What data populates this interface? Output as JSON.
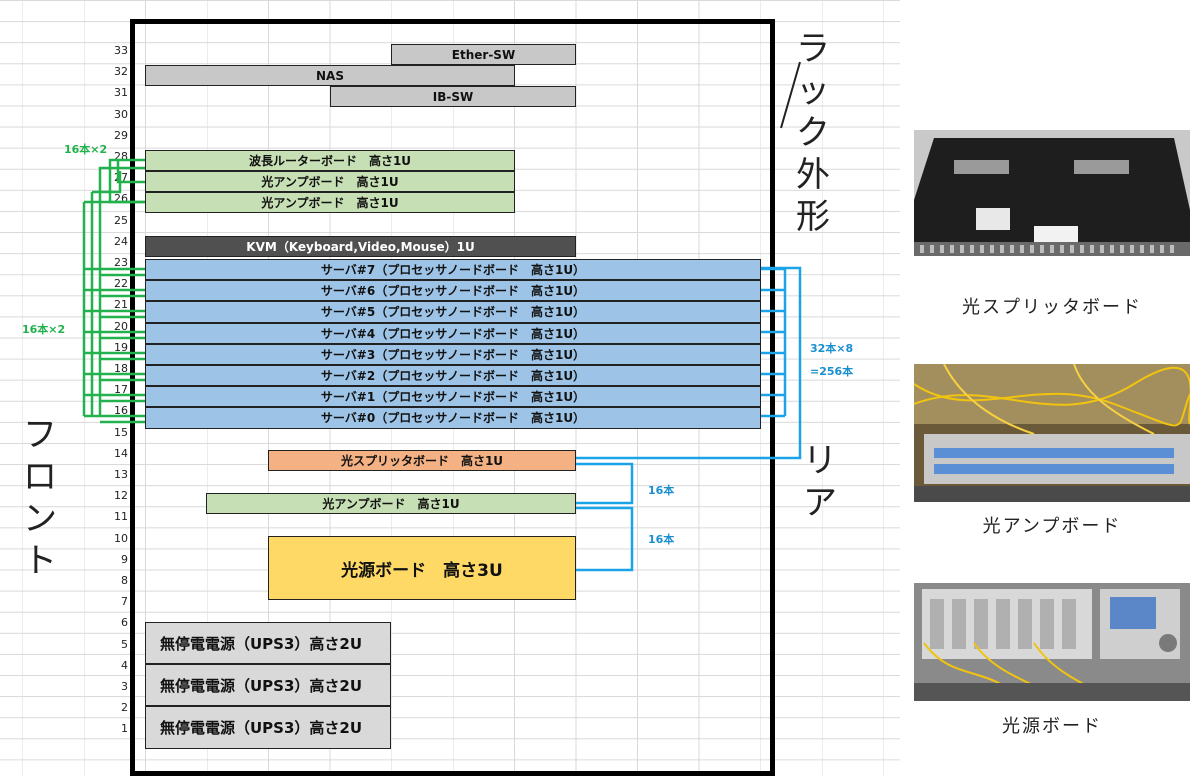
{
  "rack_outline_label": "ラック外形",
  "front_label": "フロント",
  "rear_label": "リア",
  "row_numbers": [
    "33",
    "32",
    "31",
    "30",
    "29",
    "28",
    "27",
    "26",
    "25",
    "24",
    "23",
    "22",
    "21",
    "20",
    "19",
    "18",
    "17",
    "16",
    "15",
    "14",
    "13",
    "12",
    "11",
    "10",
    "9",
    "8",
    "7",
    "6",
    "5",
    "4",
    "3",
    "2",
    "1"
  ],
  "boards": {
    "ether_sw": "Ether-SW",
    "nas": "NAS",
    "ib_sw": "IB-SW",
    "wavelength_router": "波長ルーターボード　高さ1U",
    "amp_a": "光アンプボード　高さ1U",
    "amp_b": "光アンプボード　高さ1U",
    "kvm": "KVM（Keyboard,Video,Mouse）1U",
    "servers": [
      "サーバ#7（プロセッサノードボード　高さ1U）",
      "サーバ#6（プロセッサノードボード　高さ1U）",
      "サーバ#5（プロセッサノードボード　高さ1U）",
      "サーバ#4（プロセッサノードボード　高さ1U）",
      "サーバ#3（プロセッサノードボード　高さ1U）",
      "サーバ#2（プロセッサノードボード　高さ1U）",
      "サーバ#1（プロセッサノードボード　高さ1U）",
      "サーバ#0（プロセッサノードボード　高さ1U）"
    ],
    "splitter": "光スプリッタボード　高さ1U",
    "amp_c": "光アンプボード　高さ1U",
    "light_source": "光源ボード　高さ3U",
    "ups": [
      "無停電電源（UPS3）高さ2U",
      "無停電電源（UPS3）高さ2U",
      "無停電電源（UPS3）高さ2U"
    ]
  },
  "annotations": {
    "green_top": "16本×2",
    "green_left": "16本×2",
    "blue_servers_line1": "32本×8",
    "blue_servers_line2": "=256本",
    "blue_splitter_amp": "16本",
    "blue_amp_source": "16本"
  },
  "colors": {
    "green_wire": "#22b14c",
    "blue_wire": "#1aa3e6"
  },
  "photos": [
    {
      "caption": "光スプリッタボード"
    },
    {
      "caption": "光アンプボード"
    },
    {
      "caption": "光源ボード"
    }
  ]
}
